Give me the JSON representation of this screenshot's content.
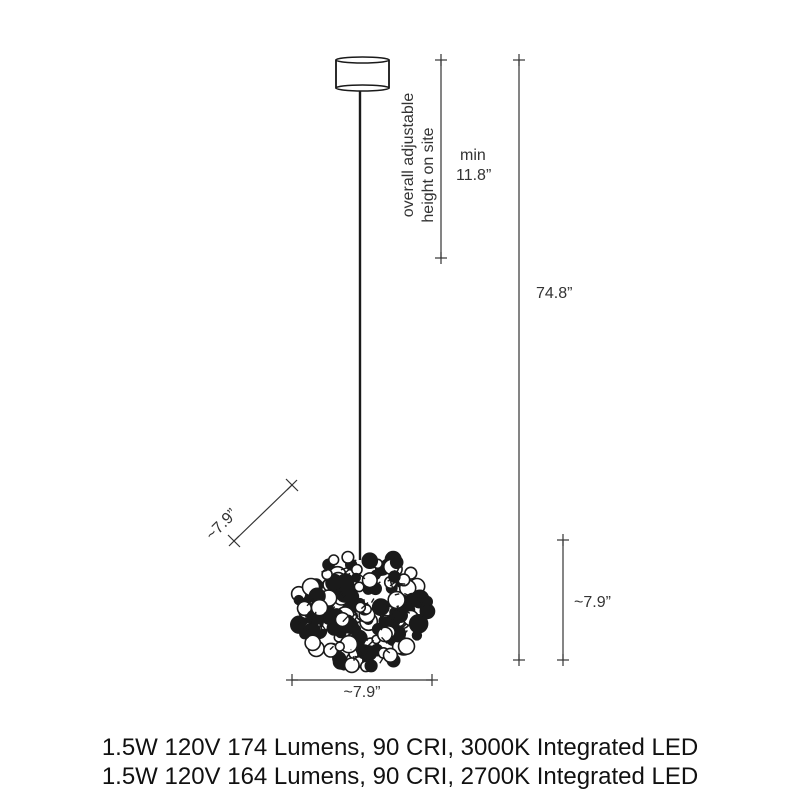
{
  "dimensions": {
    "adjustable_label_line1": "overall adjustable",
    "adjustable_label_line2": "height on site",
    "min_label": "min",
    "min_value": "11.8”",
    "overall_height": "74.8”",
    "shade_height": "~7.9”",
    "shade_width": "~7.9”",
    "shade_depth": "~7.9”"
  },
  "specs": [
    "1.5W 120V 174 Lumens, 90 CRI, 3000K Integrated LED",
    "1.5W 120V 164 Lumens, 90 CRI, 2700K Integrated LED"
  ],
  "colors": {
    "line": "#333333",
    "fixture": "#1a1a1a"
  }
}
